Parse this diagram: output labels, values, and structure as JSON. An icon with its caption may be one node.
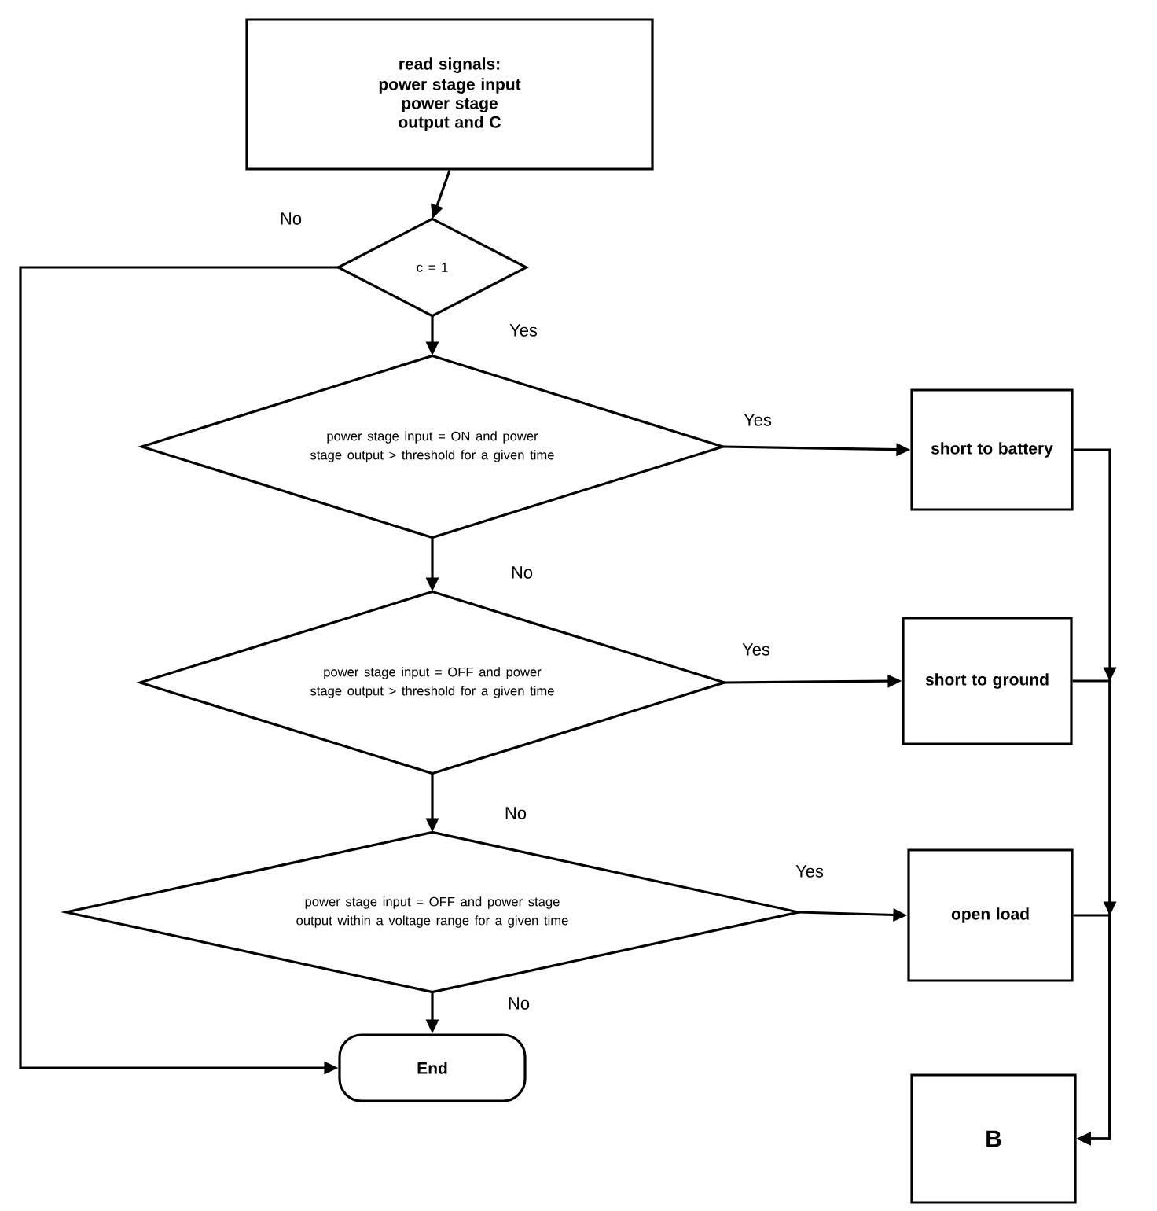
{
  "diagram": {
    "nodes": [
      {
        "text": [
          "read signals:",
          "power stage input power stage output and C"
        ]
      },
      {
        "text": [
          "c = 1"
        ]
      },
      {
        "text": [
          "power stage input = ON and power stage output > threshold for a given time"
        ]
      },
      {
        "text": [
          "power stage input = OFF and power stage output > threshold for a given time"
        ]
      },
      {
        "text": [
          "power stage input = OFF and power stage output within a voltage range for a given time"
        ]
      },
      {
        "text": [
          "End"
        ]
      },
      {
        "text": [
          "short to battery"
        ]
      },
      {
        "text": [
          "short to ground"
        ]
      },
      {
        "text": [
          "open load"
        ]
      },
      {
        "text": [
          "B"
        ]
      }
    ],
    "edges": [
      {
        "from": 0,
        "to": 1,
        "arrow": "to"
      },
      {
        "from": 1,
        "to": 5,
        "arrow": "to",
        "label": "No"
      },
      {
        "from": 1,
        "to": 2,
        "arrow": "to",
        "label": "Yes"
      },
      {
        "from": 2,
        "to": 6,
        "arrow": "to",
        "label": "Yes"
      },
      {
        "from": 2,
        "to": 3,
        "arrow": "to",
        "label": "No"
      },
      {
        "from": 3,
        "to": 7,
        "arrow": "to",
        "label": "Yes"
      },
      {
        "from": 3,
        "to": 4,
        "arrow": "to",
        "label": "No"
      },
      {
        "from": 4,
        "to": 8,
        "arrow": "to",
        "label": "Yes"
      },
      {
        "from": 4,
        "to": 5,
        "arrow": "to",
        "label": "No"
      },
      {
        "from": 6,
        "to": 9,
        "arrow": "to"
      },
      {
        "from": 7,
        "to": 9,
        "arrow": "to"
      },
      {
        "from": 8,
        "to": 9,
        "arrow": "to"
      }
    ]
  }
}
